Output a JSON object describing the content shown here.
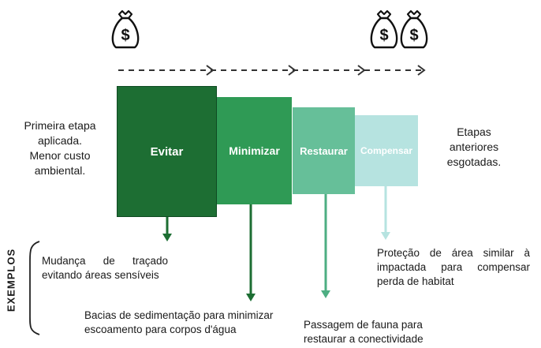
{
  "colors": {
    "evitar": "#1d6e33",
    "minimizar": "#2f9a55",
    "restaurar": "#66bf99",
    "compensar": "#b6e3e0"
  },
  "icons": {
    "cost_low": "money-bag-icon",
    "cost_high": "money-bag-icon"
  },
  "left_note": [
    "Primeira etapa",
    "aplicada.",
    "Menor custo",
    "ambiental."
  ],
  "right_note": [
    "Etapas",
    "anteriores",
    "esgotadas."
  ],
  "steps": [
    {
      "label": "Evitar"
    },
    {
      "label": "Minimizar"
    },
    {
      "label": "Restaurar"
    },
    {
      "label": "Compensar"
    }
  ],
  "examples_label": "EXEMPLOS",
  "examples": {
    "evitar": [
      "Mudança de traçado",
      "evitando áreas sensíveis"
    ],
    "minimizar": [
      "Bacias de sedimentação para minimizar",
      "escoamento para corpos d'água"
    ],
    "restaurar": [
      "Passagem de fauna para",
      "restaurar a conectividade"
    ],
    "compensar": [
      "Proteção de área similar à",
      "impactada para compensar",
      "perda de habitat"
    ]
  },
  "money_symbol": "$"
}
